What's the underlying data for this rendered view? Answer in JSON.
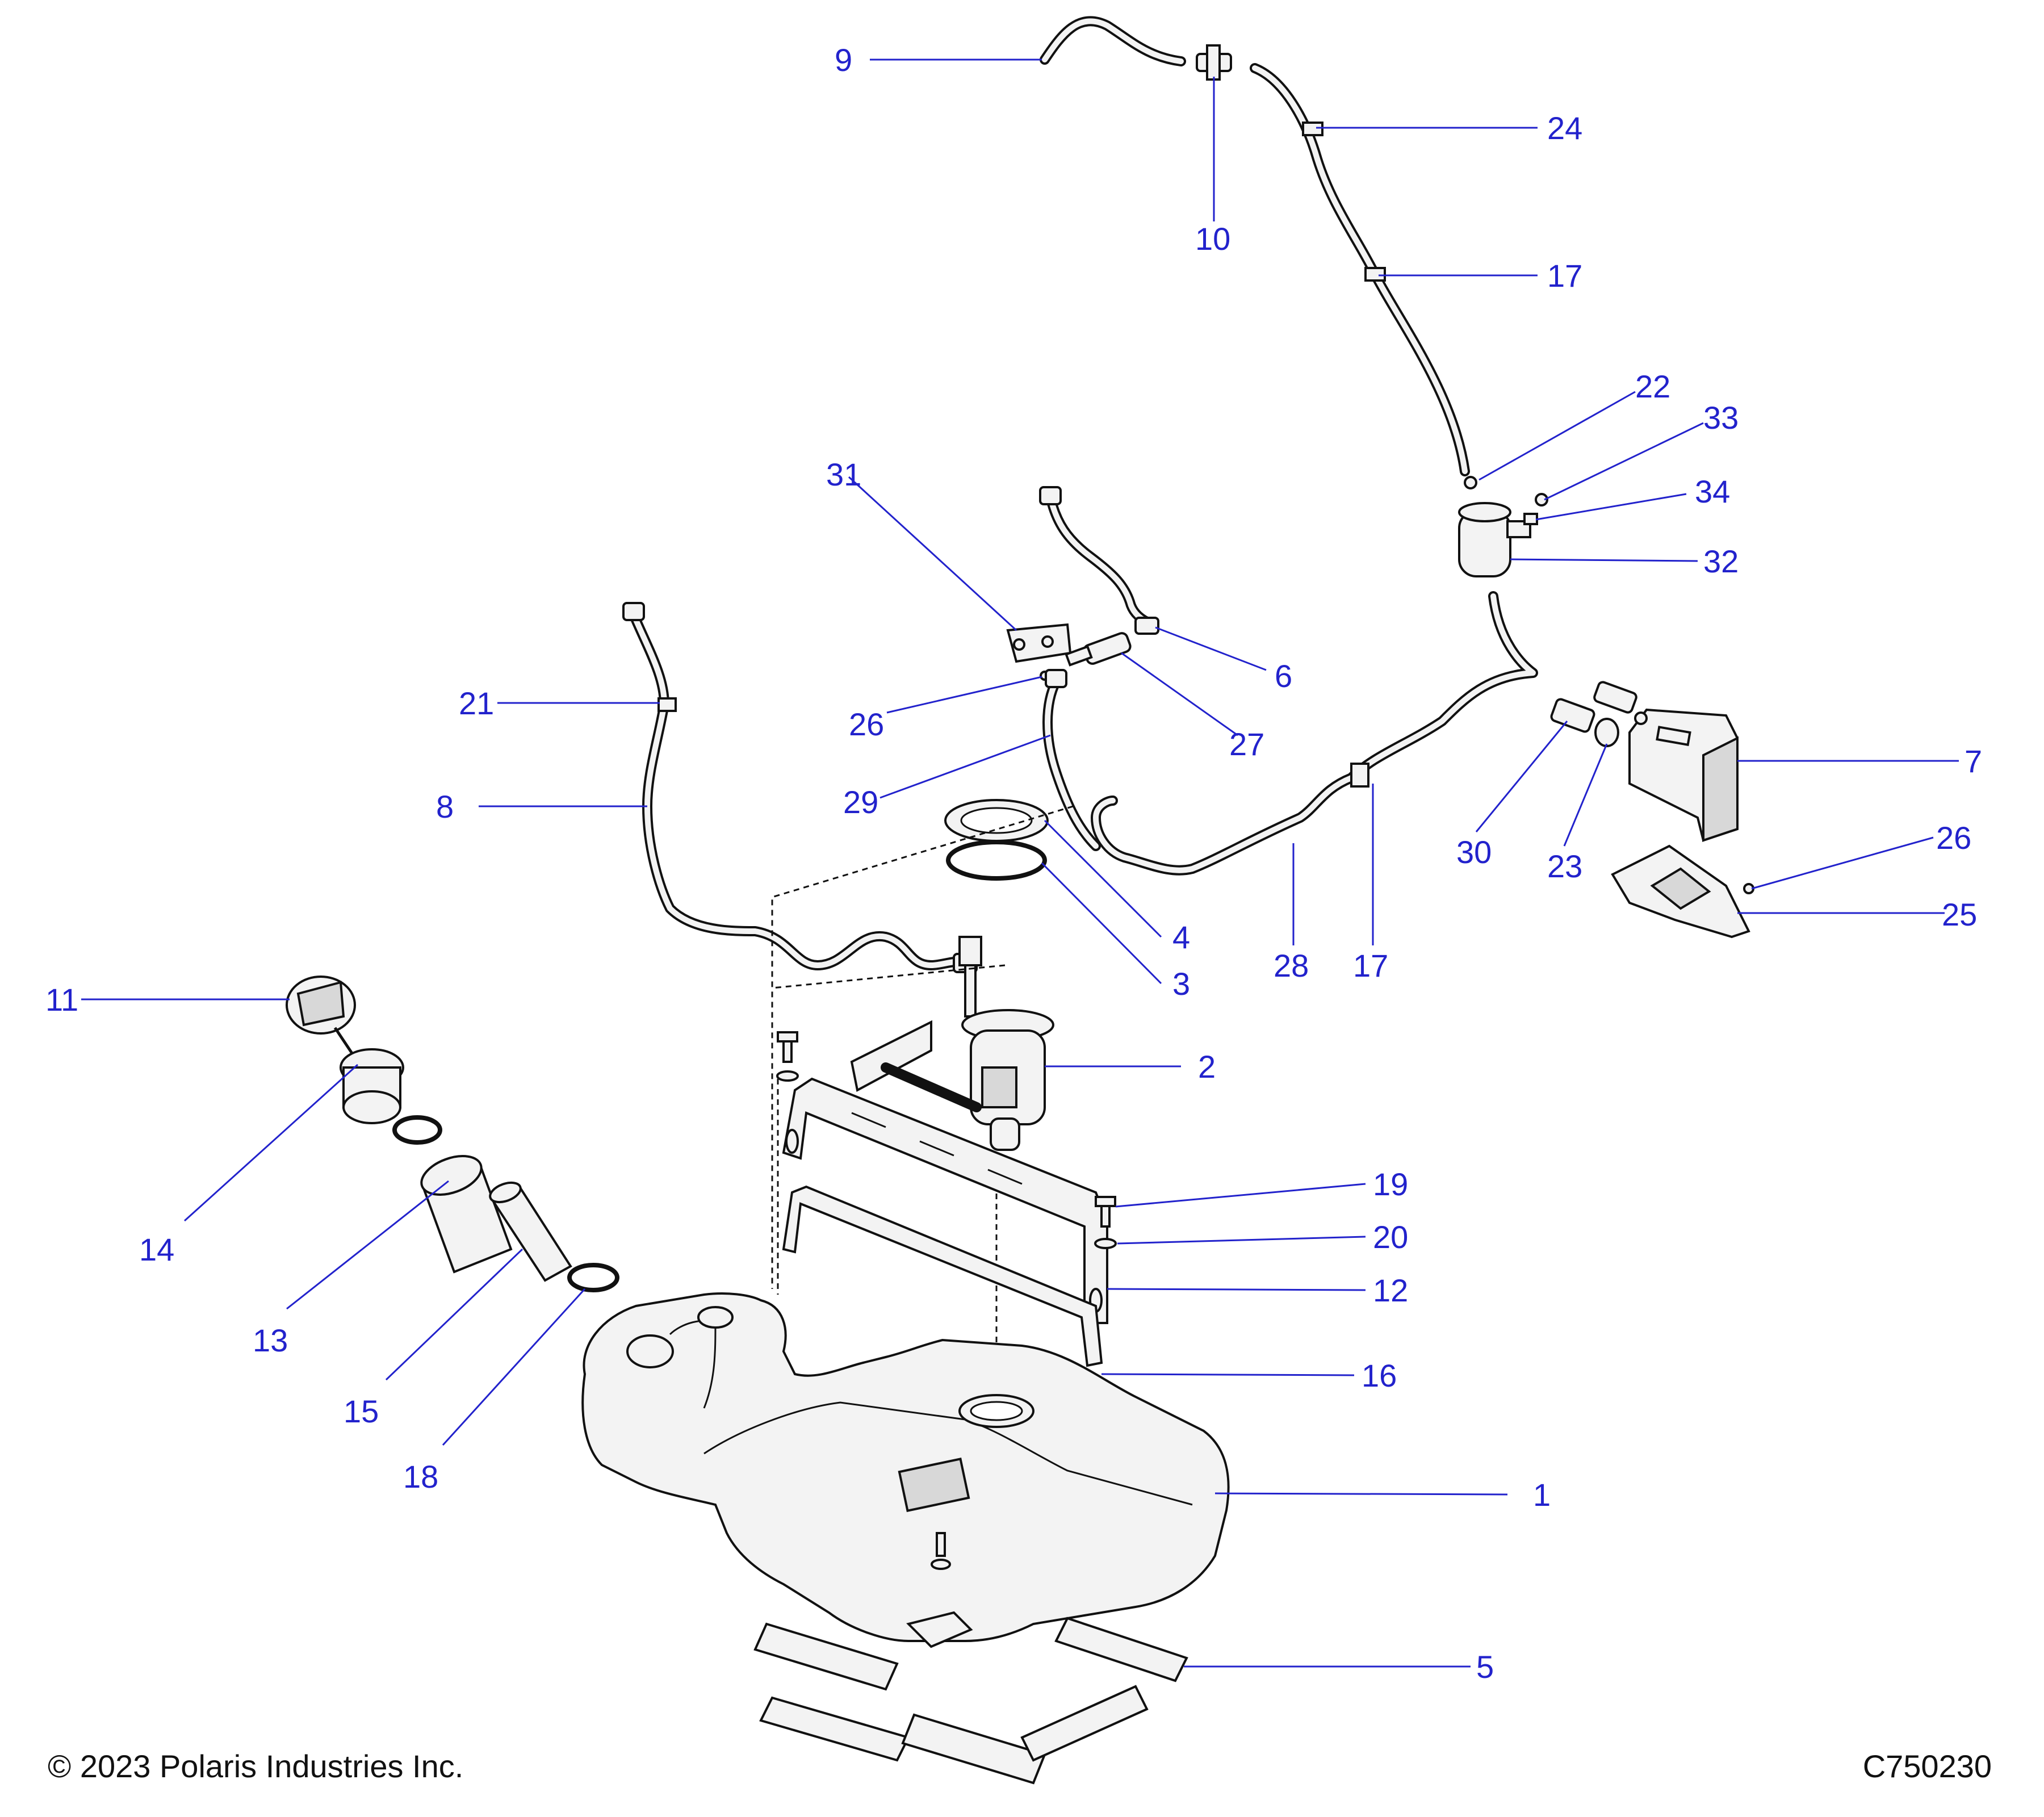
{
  "footer": {
    "copyright": "© 2023 Polaris Industries Inc.",
    "drawing_id": "C750230"
  },
  "callouts": [
    {
      "id": "c9",
      "label": "9"
    },
    {
      "id": "c10",
      "label": "10"
    },
    {
      "id": "c24",
      "label": "24"
    },
    {
      "id": "c17a",
      "label": "17"
    },
    {
      "id": "c22",
      "label": "22"
    },
    {
      "id": "c33",
      "label": "33"
    },
    {
      "id": "c34",
      "label": "34"
    },
    {
      "id": "c32",
      "label": "32"
    },
    {
      "id": "c31",
      "label": "31"
    },
    {
      "id": "c6",
      "label": "6"
    },
    {
      "id": "c26a",
      "label": "26"
    },
    {
      "id": "c27",
      "label": "27"
    },
    {
      "id": "c21",
      "label": "21"
    },
    {
      "id": "c29",
      "label": "29"
    },
    {
      "id": "c8",
      "label": "8"
    },
    {
      "id": "c7",
      "label": "7"
    },
    {
      "id": "c30",
      "label": "30"
    },
    {
      "id": "c23",
      "label": "23"
    },
    {
      "id": "c26b",
      "label": "26"
    },
    {
      "id": "c25",
      "label": "25"
    },
    {
      "id": "c4",
      "label": "4"
    },
    {
      "id": "c3",
      "label": "3"
    },
    {
      "id": "c28",
      "label": "28"
    },
    {
      "id": "c17b",
      "label": "17"
    },
    {
      "id": "c11",
      "label": "11"
    },
    {
      "id": "c2",
      "label": "2"
    },
    {
      "id": "c14",
      "label": "14"
    },
    {
      "id": "c19",
      "label": "19"
    },
    {
      "id": "c20",
      "label": "20"
    },
    {
      "id": "c12",
      "label": "12"
    },
    {
      "id": "c13",
      "label": "13"
    },
    {
      "id": "c16",
      "label": "16"
    },
    {
      "id": "c15",
      "label": "15"
    },
    {
      "id": "c18",
      "label": "18"
    },
    {
      "id": "c1",
      "label": "1"
    },
    {
      "id": "c5",
      "label": "5"
    }
  ]
}
